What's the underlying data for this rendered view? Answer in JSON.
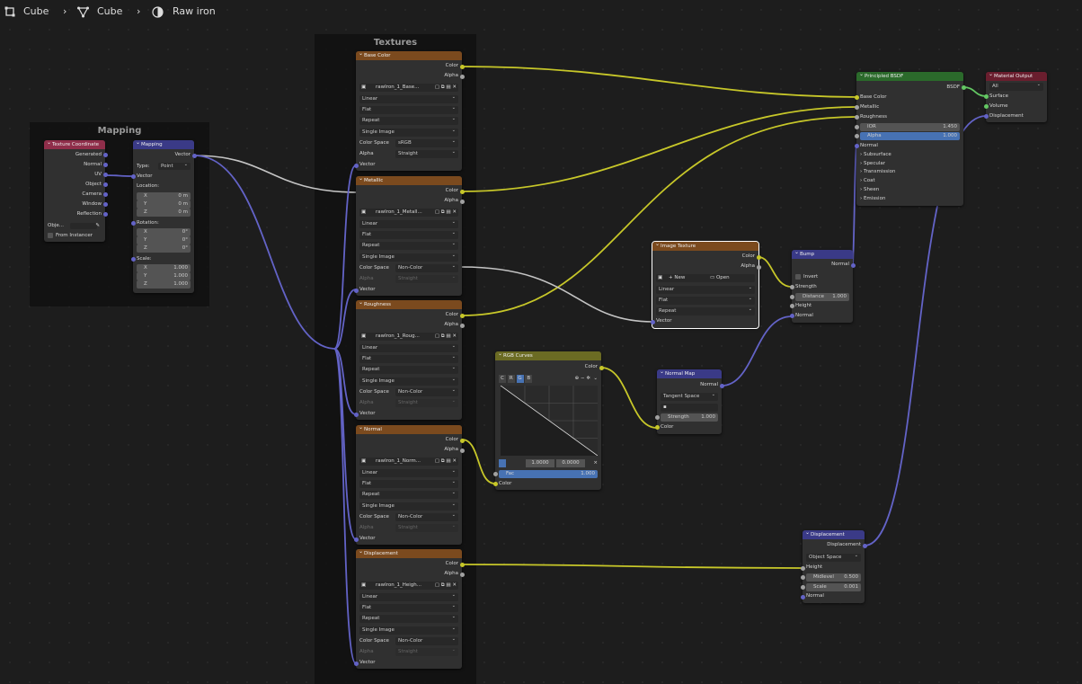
{
  "breadcrumb": {
    "item1": "Cube",
    "item2": "Cube",
    "item3": "Raw iron"
  },
  "frames": {
    "mapping": "Mapping",
    "textures": "Textures"
  },
  "texcoord": {
    "title": "Texture Coordinate",
    "outputs": [
      "Generated",
      "Normal",
      "UV",
      "Object",
      "Camera",
      "Window",
      "Reflection"
    ],
    "object_label": "Obje...",
    "from_instancer": "From Instancer"
  },
  "mapping": {
    "title": "Mapping",
    "vector_out": "Vector",
    "type_label": "Type:",
    "type_value": "Point",
    "vector_in": "Vector",
    "location": "Location:",
    "rotation": "Rotation:",
    "scale": "Scale:",
    "loc": [
      {
        "k": "X",
        "v": "0 m"
      },
      {
        "k": "Y",
        "v": "0 m"
      },
      {
        "k": "Z",
        "v": "0 m"
      }
    ],
    "rot": [
      {
        "k": "X",
        "v": "0°"
      },
      {
        "k": "Y",
        "v": "0°"
      },
      {
        "k": "Z",
        "v": "0°"
      }
    ],
    "scl": [
      {
        "k": "X",
        "v": "1.000"
      },
      {
        "k": "Y",
        "v": "1.000"
      },
      {
        "k": "Z",
        "v": "1.000"
      }
    ]
  },
  "tex_common": {
    "color": "Color",
    "alpha": "Alpha",
    "linear": "Linear",
    "flat": "Flat",
    "repeat": "Repeat",
    "single": "Single Image",
    "colorspace": "Color Space",
    "alpha_mode": "Straight",
    "vector": "Vector"
  },
  "textures": [
    {
      "title": "Base Color",
      "image": "rawIron_1_Base...",
      "cs": "sRGB"
    },
    {
      "title": "Metallic",
      "image": "rawIron_1_Metall...",
      "cs": "Non-Color"
    },
    {
      "title": "Roughness",
      "image": "rawIron_1_Roug...",
      "cs": "Non-Color"
    },
    {
      "title": "Normal",
      "image": "rawIron_1_Norm...",
      "cs": "Non-Color"
    },
    {
      "title": "Displacement",
      "image": "rawIron_1_Heigh...",
      "cs": "Non-Color"
    }
  ],
  "imgtex": {
    "title": "Image Texture",
    "color": "Color",
    "alpha": "Alpha",
    "new": "New",
    "open": "Open",
    "linear": "Linear",
    "flat": "Flat",
    "repeat": "Repeat",
    "vector": "Vector"
  },
  "curves": {
    "title": "RGB Curves",
    "color_out": "Color",
    "channels": [
      "C",
      "R",
      "G",
      "B"
    ],
    "val1": "1.0000",
    "val2": "0.0000",
    "fac_label": "Fac",
    "fac_value": "1.000",
    "color_in": "Color"
  },
  "normalmap": {
    "title": "Normal Map",
    "normal": "Normal",
    "space": "Tangent Space",
    "strength_label": "Strength",
    "strength_value": "1.000",
    "color": "Color"
  },
  "bump": {
    "title": "Bump",
    "normal_out": "Normal",
    "invert": "Invert",
    "strength": "Strength",
    "distance_label": "Distance",
    "distance_value": "1.000",
    "height": "Height",
    "normal_in": "Normal"
  },
  "displacement": {
    "title": "Displacement",
    "out": "Displacement",
    "space": "Object Space",
    "height": "Height",
    "mid_label": "Midlevel",
    "mid_value": "0.500",
    "scale_label": "Scale",
    "scale_value": "0.001",
    "normal": "Normal"
  },
  "bsdf": {
    "title": "Principled BSDF",
    "out": "BSDF",
    "inputs": [
      "Base Color",
      "Metallic",
      "Roughness"
    ],
    "ior_label": "IOR",
    "ior_value": "1.450",
    "alpha_label": "Alpha",
    "alpha_value": "1.000",
    "normal": "Normal",
    "panels": [
      "Subsurface",
      "Specular",
      "Transmission",
      "Coat",
      "Sheen",
      "Emission"
    ]
  },
  "output": {
    "title": "Material Output",
    "target": "All",
    "surface": "Surface",
    "volume": "Volume",
    "displacement": "Displacement"
  },
  "colors": {
    "texture_header": "#7b4a1e",
    "input_header": "#8f2e4a",
    "vector_header": "#3a3a87",
    "shader_header": "#2b6a2b",
    "output_header": "#6a1e2e",
    "color_header": "#6b6b23",
    "yellow": "#c7c729",
    "grey": "#a1a1a1",
    "purple": "#6363c7",
    "green": "#63c763"
  }
}
